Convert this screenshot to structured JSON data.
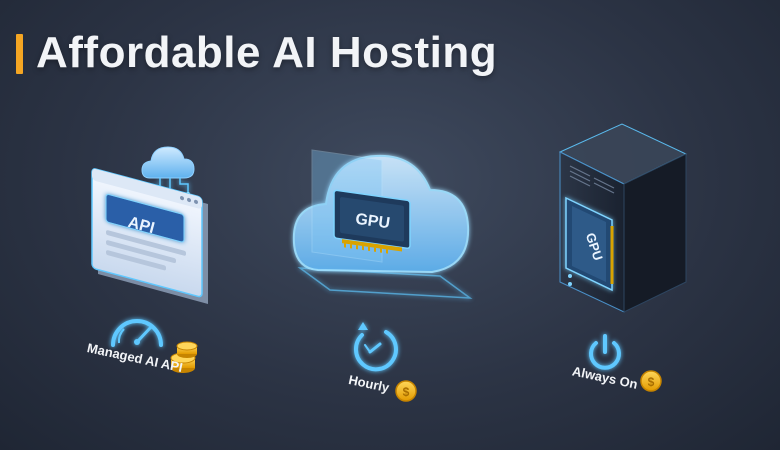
{
  "page": {
    "title": "Affordable AI Hosting",
    "accent_color": "#f5a623"
  },
  "panels": [
    {
      "id": "managed-api",
      "illustration": "api-window-cloud",
      "chip_text": "API",
      "caption": "Managed AI API",
      "icon": "gauge-icon"
    },
    {
      "id": "hourly-gpu",
      "illustration": "gpu-cloud",
      "chip_text": "GPU",
      "caption": "Hourly",
      "icon": "clock-icon"
    },
    {
      "id": "always-on",
      "illustration": "gpu-server-tower",
      "chip_text": "GPU",
      "caption": "Always On",
      "icon": "power-icon"
    }
  ],
  "colors": {
    "glow_blue": "#5fc8ff",
    "coin_gold": "#f4b400",
    "chip_dark": "#1e3a5c"
  }
}
